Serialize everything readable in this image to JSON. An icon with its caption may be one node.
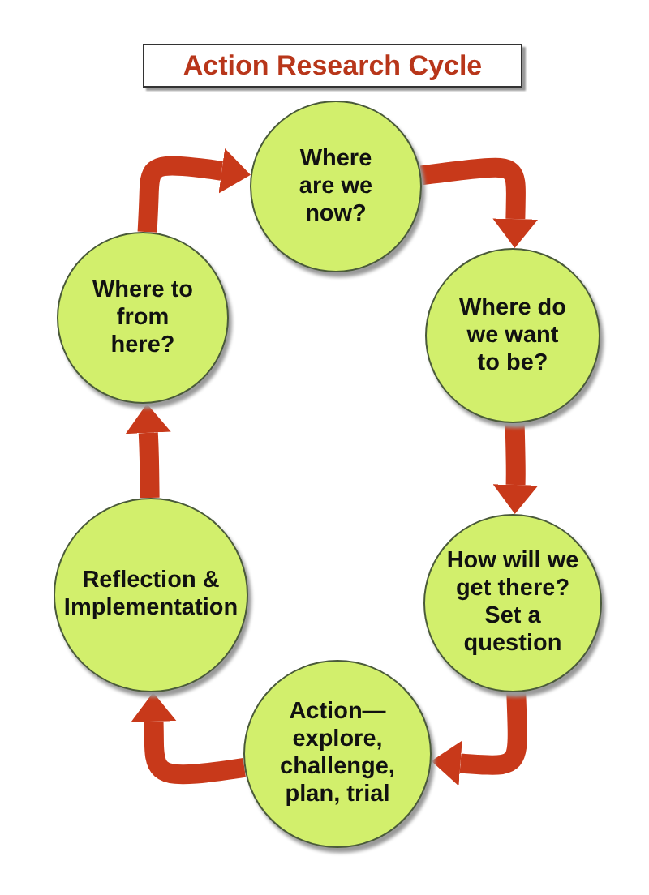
{
  "diagram": {
    "title": "Action Research Cycle",
    "nodes": [
      {
        "text": [
          "Where are we now?"
        ]
      },
      {
        "text": [
          "Where do we want to be?"
        ]
      },
      {
        "text": [
          "How will we get there? Set a question"
        ]
      },
      {
        "text": [
          "Action— explore, challenge, plan, trial"
        ]
      },
      {
        "text": [
          "Reflection & Implementation"
        ]
      },
      {
        "text": [
          "Where to from here?"
        ]
      }
    ],
    "edges": [
      {
        "from": 0,
        "to": 1,
        "arrow": "to"
      },
      {
        "from": 1,
        "to": 2,
        "arrow": "to"
      },
      {
        "from": 2,
        "to": 3,
        "arrow": "to"
      },
      {
        "from": 3,
        "to": 4,
        "arrow": "to"
      },
      {
        "from": 4,
        "to": 5,
        "arrow": "to"
      },
      {
        "from": 5,
        "to": 0,
        "arrow": "to"
      }
    ]
  }
}
